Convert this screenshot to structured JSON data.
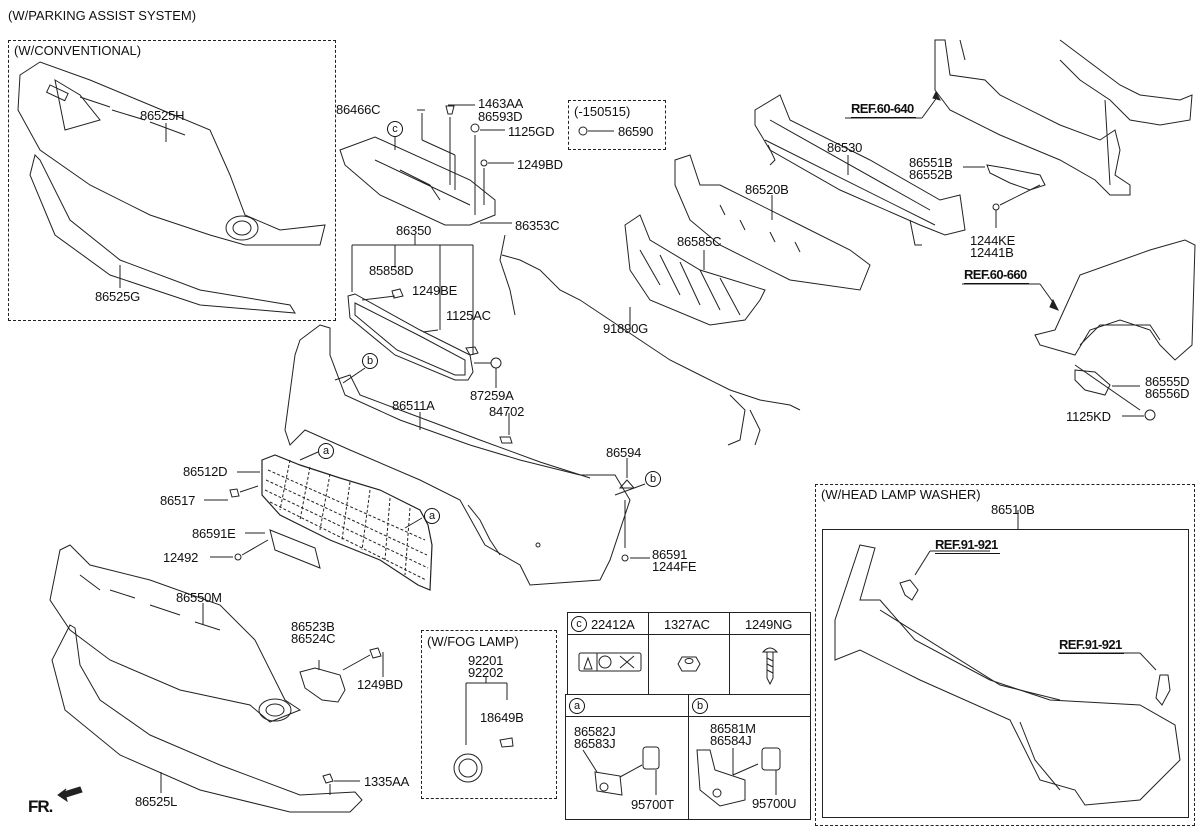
{
  "diagram": {
    "title": "(W/PARKING ASSIST SYSTEM)",
    "direction_marker": "FR.",
    "groups": {
      "conventional": {
        "label": "(W/CONVENTIONAL)",
        "parts": [
          "86525H",
          "86525G"
        ]
      },
      "date_range": {
        "label": "(-150515)",
        "parts": [
          "86590"
        ]
      },
      "fog_lamp": {
        "label": "(W/FOG LAMP)",
        "parts": [
          "92201\n92202",
          "18649B"
        ]
      },
      "head_lamp_washer": {
        "label": "(W/HEAD LAMP WASHER)",
        "assembly": "86510B",
        "refs": [
          "REF.91-921",
          "REF.91-921"
        ]
      }
    },
    "parts": {
      "p86525H": "86525H",
      "p86525G": "86525G",
      "p86466C": "86466C",
      "p1463AA": "1463AA",
      "p86593D": "86593D",
      "p1125GD": "1125GD",
      "p1249BD_top": "1249BD",
      "p86353C": "86353C",
      "p86590": "86590",
      "p86530": "86530",
      "p86520B": "86520B",
      "p86585C": "86585C",
      "p91890G": "91890G",
      "p86350": "86350",
      "p85858D": "85858D",
      "p1249BE": "1249BE",
      "p1125AC": "1125AC",
      "p87259A": "87259A",
      "p84702": "84702",
      "p86511A": "86511A",
      "p86551B_86552B": "86551B\n86552B",
      "p1244KE_12441B": "1244KE\n12441B",
      "p86555D_86556D": "86555D\n86556D",
      "p1125KD": "1125KD",
      "p86512D": "86512D",
      "p86517": "86517",
      "p86591E": "86591E",
      "p12492": "12492",
      "p86594": "86594",
      "p86591_1244FE": "86591\n1244FE",
      "p86550M": "86550M",
      "p86523B_86524C": "86523B\n86524C",
      "p1249BD_bottom": "1249BD",
      "p1335AA": "1335AA",
      "p86525L": "86525L",
      "p86510B": "86510B"
    },
    "refs": {
      "ref_60_640": "REF.60-640",
      "ref_60_660": "REF.60-660",
      "ref_91_921_a": "REF.91-921",
      "ref_91_921_b": "REF.91-921"
    },
    "callouts": {
      "a": "a",
      "b": "b",
      "c": "c"
    },
    "common_parts_table": {
      "row1": [
        {
          "callout": "c",
          "part": "22412A",
          "icon": "warning-label-icon"
        },
        {
          "part": "1327AC",
          "icon": "nut-icon"
        },
        {
          "part": "1249NG",
          "icon": "screw-icon"
        }
      ],
      "row2": [
        {
          "callout": "a",
          "parts": [
            "86582J\n86583J",
            "95700T"
          ],
          "icon": "sensor-bracket-icon"
        },
        {
          "callout": "b",
          "parts": [
            "86581M\n86584J",
            "95700U"
          ],
          "icon": "sensor-bracket-icon"
        }
      ]
    }
  }
}
